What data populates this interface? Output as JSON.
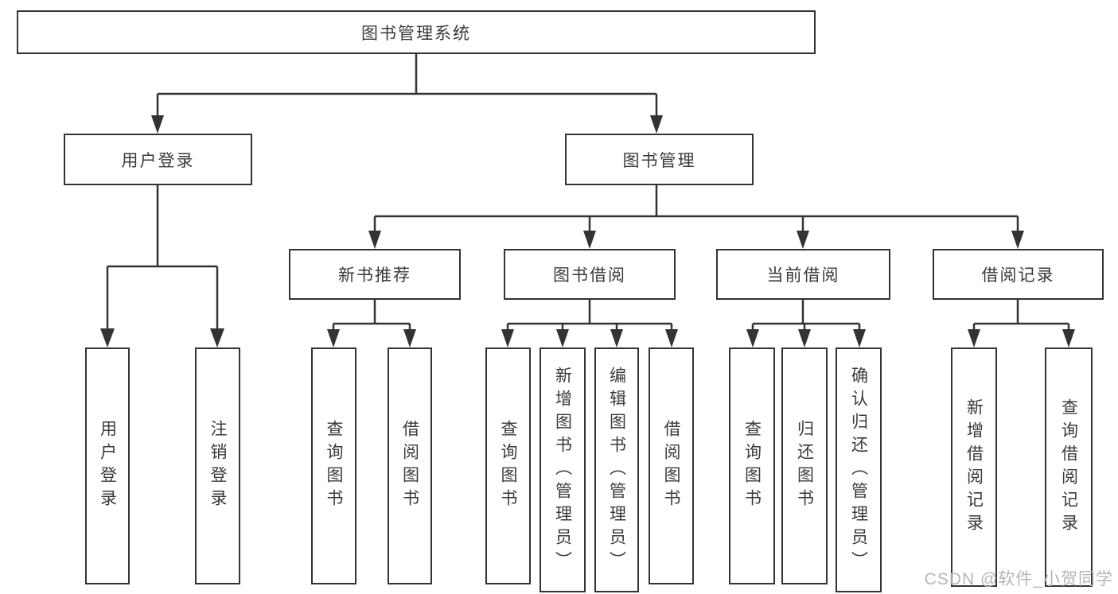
{
  "tree": {
    "root": {
      "label": "图书管理系统"
    },
    "user_login": {
      "label": "用户登录",
      "children": [
        "用户登录",
        "注销登录"
      ]
    },
    "book_mgmt": {
      "label": "图书管理",
      "new_book_rec": {
        "label": "新书推荐",
        "children": [
          "查询图书",
          "借阅图书"
        ]
      },
      "book_borrow": {
        "label": "图书借阅",
        "children": [
          "查询图书",
          "新增图书（管理员）",
          "编辑图书（管理员）",
          "借阅图书"
        ]
      },
      "current_borrow": {
        "label": "当前借阅",
        "children": [
          "查询图书",
          "归还图书",
          "确认归还（管理员）"
        ]
      },
      "borrow_records": {
        "label": "借阅记录",
        "children": [
          "新增借阅记录",
          "查询借阅记录"
        ]
      }
    }
  },
  "watermark": {
    "text": "CSDN @软件_小贺同学"
  },
  "colors": {
    "line": "#333333",
    "text": "#3a3a3a",
    "watermark": "#b5b5b5",
    "background": "#ffffff"
  }
}
